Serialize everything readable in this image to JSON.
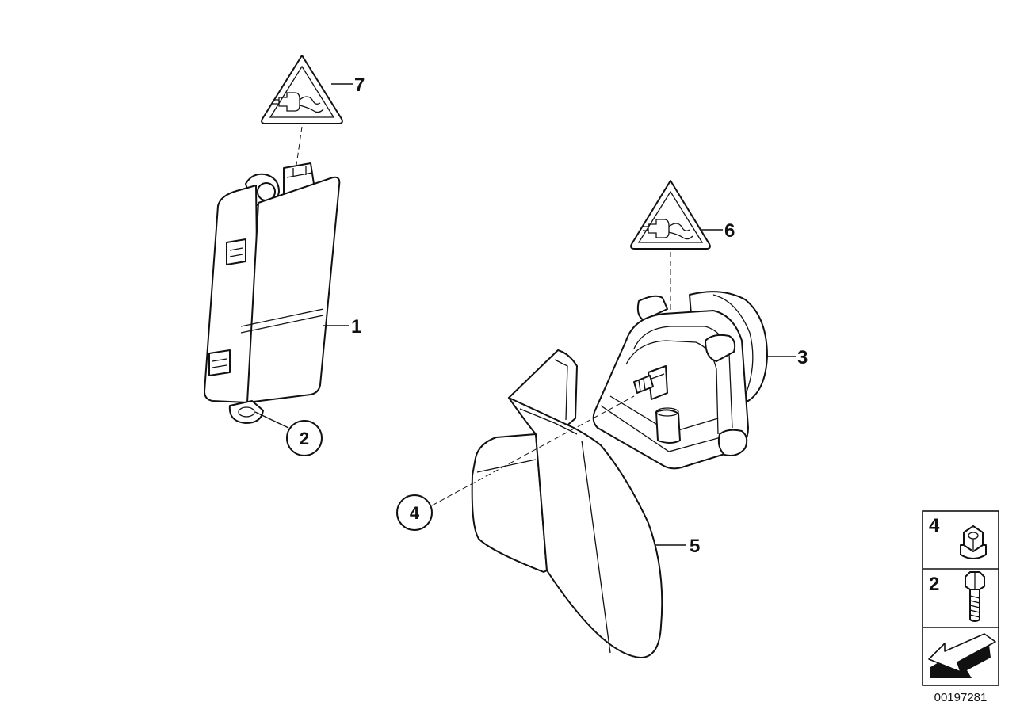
{
  "callouts": {
    "part_1": "1",
    "part_2": "2",
    "part_3": "3",
    "part_4": "4",
    "part_5": "5",
    "part_6": "6",
    "part_7": "7"
  },
  "legend": {
    "nut_number": "4",
    "bolt_number": "2"
  },
  "diagram_number": "00197281",
  "colors": {
    "line": "#111111",
    "background": "#ffffff",
    "warning_triangle_fill": "#f2f2f2"
  },
  "icons": {
    "connector_warning": "connector-warning-icon",
    "nut": "hex-nut-icon",
    "bolt": "hex-bolt-icon",
    "direction": "direction-arrow-icon"
  }
}
